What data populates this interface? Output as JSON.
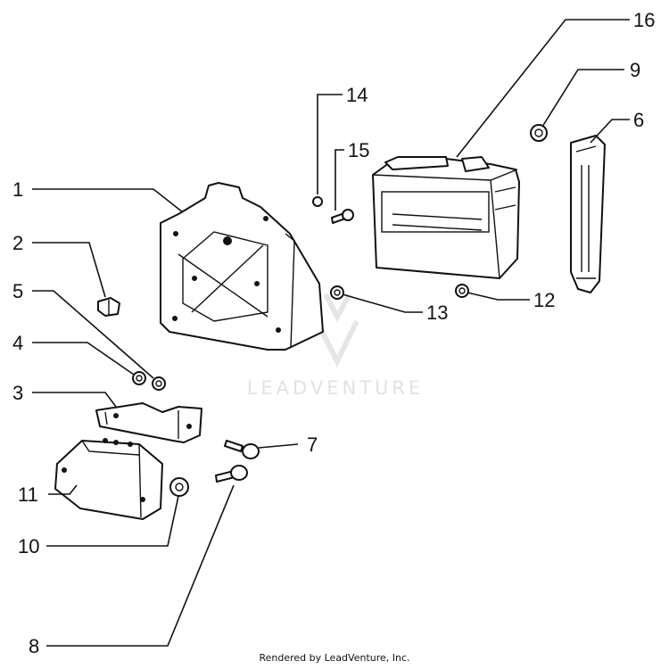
{
  "callouts": [
    {
      "id": "1",
      "label": "1"
    },
    {
      "id": "2",
      "label": "2"
    },
    {
      "id": "3",
      "label": "3"
    },
    {
      "id": "4",
      "label": "4"
    },
    {
      "id": "5",
      "label": "5"
    },
    {
      "id": "6",
      "label": "6"
    },
    {
      "id": "7",
      "label": "7"
    },
    {
      "id": "8",
      "label": "8"
    },
    {
      "id": "9",
      "label": "9"
    },
    {
      "id": "10",
      "label": "10"
    },
    {
      "id": "11",
      "label": "11"
    },
    {
      "id": "12",
      "label": "12"
    },
    {
      "id": "13",
      "label": "13"
    },
    {
      "id": "14",
      "label": "14"
    },
    {
      "id": "15",
      "label": "15"
    },
    {
      "id": "16",
      "label": "16"
    }
  ],
  "watermark": {
    "text": "LEADVENTURE",
    "color": "#e2e2e2"
  },
  "footer": {
    "text": "Rendered by LeadVenture, Inc."
  },
  "colors": {
    "ink": "#111111",
    "background": "#ffffff"
  }
}
